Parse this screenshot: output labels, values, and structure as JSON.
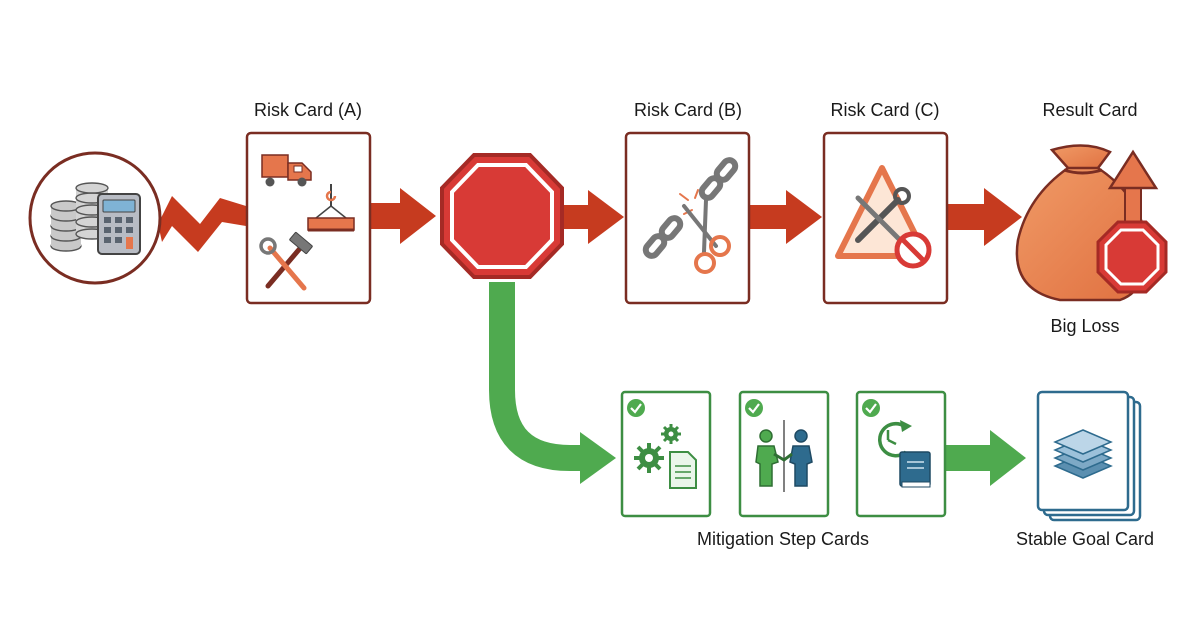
{
  "labels": {
    "risk_a": "Risk Card (A)",
    "risk_b": "Risk Card (B)",
    "risk_c": "Risk Card (C)",
    "result": "Result Card",
    "big_loss": "Big Loss",
    "mitigation": "Mitigation Step Cards",
    "stable_goal": "Stable Goal Card"
  },
  "icons": {
    "start": [
      "coin-stack-icon",
      "calculator-icon"
    ],
    "risk_a": [
      "delivery-truck-icon",
      "crane-hook-icon",
      "hammer-wrench-icon"
    ],
    "stop": "stop-sign-icon",
    "risk_b": [
      "broken-chain-icon",
      "scissors-icon"
    ],
    "risk_c": [
      "warning-triangle-icon",
      "wrench-icon",
      "prohibited-icon"
    ],
    "result": [
      "money-bag-icon",
      "up-arrow-icon",
      "stop-sign-icon"
    ],
    "mitigation": [
      [
        "check-icon",
        "gears-icon",
        "document-icon"
      ],
      [
        "check-icon",
        "handshake-people-icon"
      ],
      [
        "check-icon",
        "clock-refresh-icon",
        "book-icon"
      ]
    ],
    "stable_goal": "stacked-layers-icon"
  },
  "colors": {
    "risk_red": "#c63b1f",
    "stop_red": "#d83a36",
    "stop_border": "#a52a25",
    "card_border": "#7a2d22",
    "icon_orange": "#e5764c",
    "bag_orange": "#e9844f",
    "mitigation_green": "#4faa4f",
    "card_green": "#3d8e43",
    "goal_blue": "#2e6b8e",
    "gray": "#8a8a8a"
  }
}
